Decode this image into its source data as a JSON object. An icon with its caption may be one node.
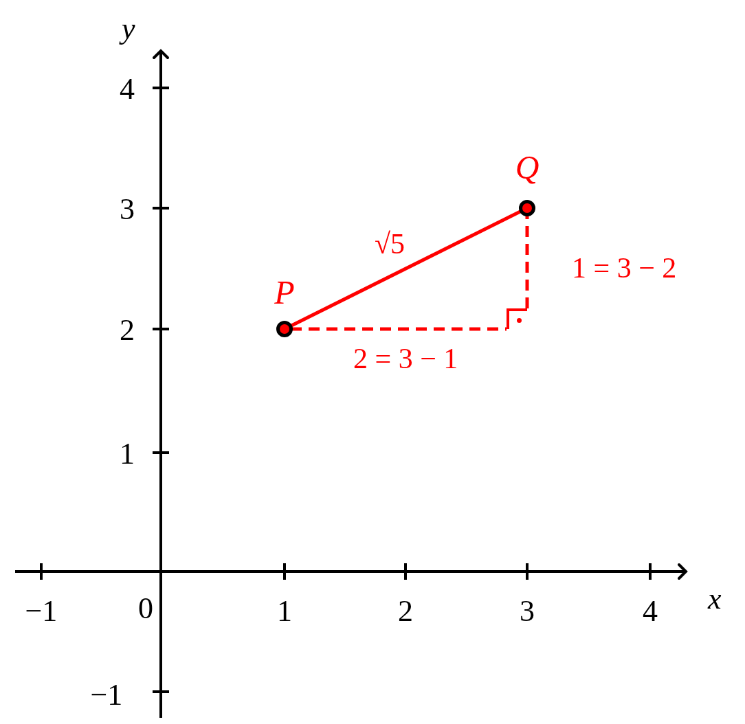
{
  "diagram": {
    "nodes": [
      {
        "text": [
          "P"
        ]
      },
      {
        "text": [
          "Q"
        ]
      },
      {
        "text": [],
        "shape": "square"
      }
    ],
    "edges": [
      {
        "from": 0,
        "to": 1,
        "arrow": "none",
        "label": "√5"
      },
      {
        "from": 0,
        "to": 2,
        "arrow": "none",
        "label": "2 = 3 − 1",
        "style": "dashed"
      },
      {
        "from": 2,
        "to": 1,
        "arrow": "none",
        "label": "1 = 3 − 2",
        "style": "dashed"
      }
    ],
    "labels": [
      "y",
      "4",
      "3",
      "2",
      "1",
      "x",
      "−1",
      "0",
      "1",
      "2",
      "3",
      "4",
      "−1"
    ]
  }
}
